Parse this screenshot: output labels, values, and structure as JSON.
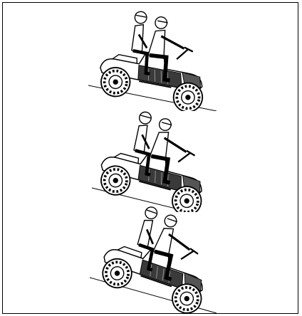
{
  "figure": {
    "border_color": "#000000",
    "background": "#ffffff",
    "icon": "atv-two-riders-illustration",
    "panels": [
      {
        "scene": "atv-two-up-uphill"
      },
      {
        "scene": "atv-two-up-uphill-steeper"
      },
      {
        "scene": "atv-two-up-uphill-steepest"
      }
    ]
  }
}
